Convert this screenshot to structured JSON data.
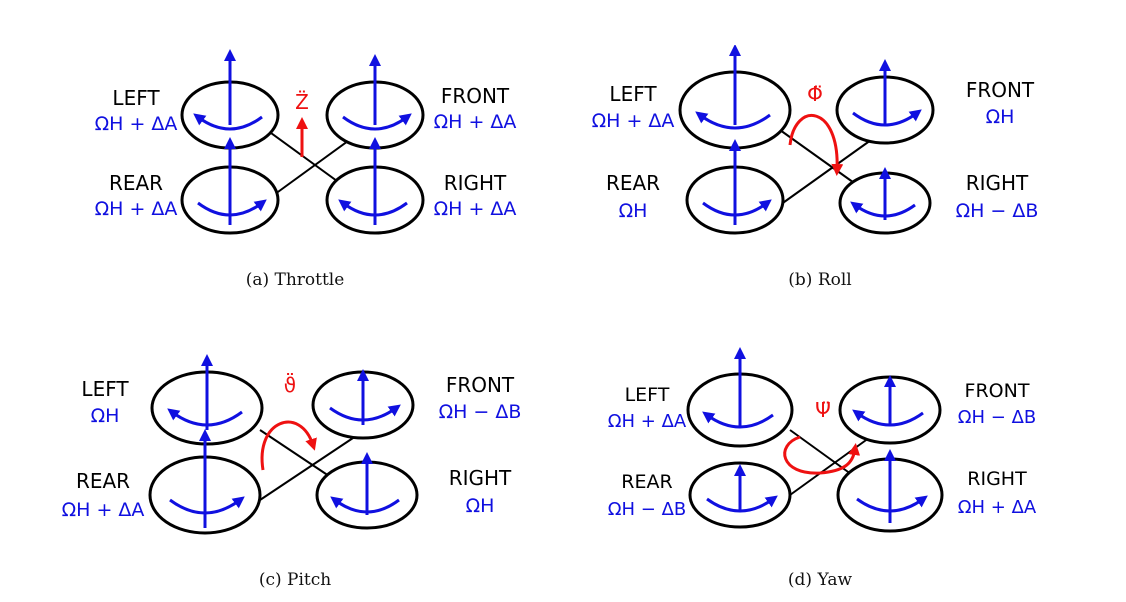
{
  "colors": {
    "motor": "#1010e0",
    "accel": "#ee1111",
    "frame": "#000000"
  },
  "panels": [
    {
      "caption": "(a) Throttle",
      "accel_symbol": "Z̈",
      "motors": {
        "left": {
          "name": "LEFT",
          "speed": "ΩH + ΔA"
        },
        "front": {
          "name": "FRONT",
          "speed": "ΩH + ΔA"
        },
        "rear": {
          "name": "REAR",
          "speed": "ΩH + ΔA"
        },
        "right": {
          "name": "RIGHT",
          "speed": "ΩH + ΔA"
        }
      }
    },
    {
      "caption": "(b) Roll",
      "accel_symbol": "Φ̈",
      "motors": {
        "left": {
          "name": "LEFT",
          "speed": "ΩH + ΔA"
        },
        "front": {
          "name": "FRONT",
          "speed": "ΩH"
        },
        "rear": {
          "name": "REAR",
          "speed": "ΩH"
        },
        "right": {
          "name": "RIGHT",
          "speed": "ΩH − ΔB"
        }
      }
    },
    {
      "caption": "(c) Pitch",
      "accel_symbol": "ϑ̈",
      "motors": {
        "left": {
          "name": "LEFT",
          "speed": "ΩH"
        },
        "front": {
          "name": "FRONT",
          "speed": "ΩH − ΔB"
        },
        "rear": {
          "name": "REAR",
          "speed": "ΩH + ΔA"
        },
        "right": {
          "name": "RIGHT",
          "speed": "ΩH"
        }
      }
    },
    {
      "caption": "(d) Yaw",
      "accel_symbol": "Ψ̈",
      "motors": {
        "left": {
          "name": "LEFT",
          "speed": "ΩH + ΔA"
        },
        "front": {
          "name": "FRONT",
          "speed": "ΩH − ΔB"
        },
        "rear": {
          "name": "REAR",
          "speed": "ΩH − ΔB"
        },
        "right": {
          "name": "RIGHT",
          "speed": "ΩH + ΔA"
        }
      }
    }
  ]
}
